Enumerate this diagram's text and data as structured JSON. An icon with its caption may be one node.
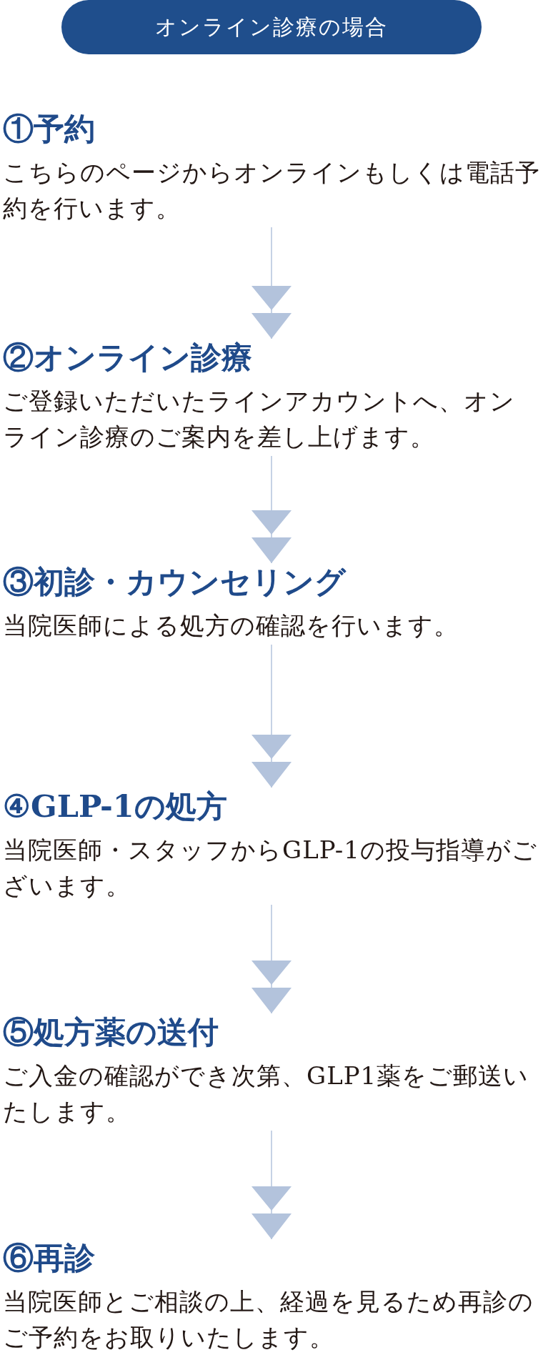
{
  "diagram": {
    "title": "オンライン診療の場合",
    "nodes": [
      {
        "text": [
          "①予約",
          "こちらのページからオンラインもしくは電話予約を行います。"
        ]
      },
      {
        "text": [
          "②オンライン診療",
          "ご登録いただいたラインアカウントへ、オンライン診療のご案内を差し上げます。"
        ]
      },
      {
        "text": [
          "③初診・カウンセリング",
          "当院医師による処方の確認を行います。"
        ]
      },
      {
        "text": [
          "④GLP-1の処方",
          "当院医師・スタッフからGLP-1の投与指導がございます。"
        ]
      },
      {
        "text": [
          "⑤処方薬の送付",
          "ご入金の確認ができ次第、GLP1薬をご郵送いたします。"
        ]
      },
      {
        "text": [
          "⑥再診",
          "当院医師とご相談の上、経過を見るため再診のご予約をお取りいたします。"
        ]
      }
    ],
    "edges": [
      {
        "from": 0,
        "to": 1,
        "arrow": "to"
      },
      {
        "from": 1,
        "to": 2,
        "arrow": "to"
      },
      {
        "from": 2,
        "to": 3,
        "arrow": "to"
      },
      {
        "from": 3,
        "to": 4,
        "arrow": "to"
      },
      {
        "from": 4,
        "to": 5,
        "arrow": "to"
      }
    ]
  }
}
